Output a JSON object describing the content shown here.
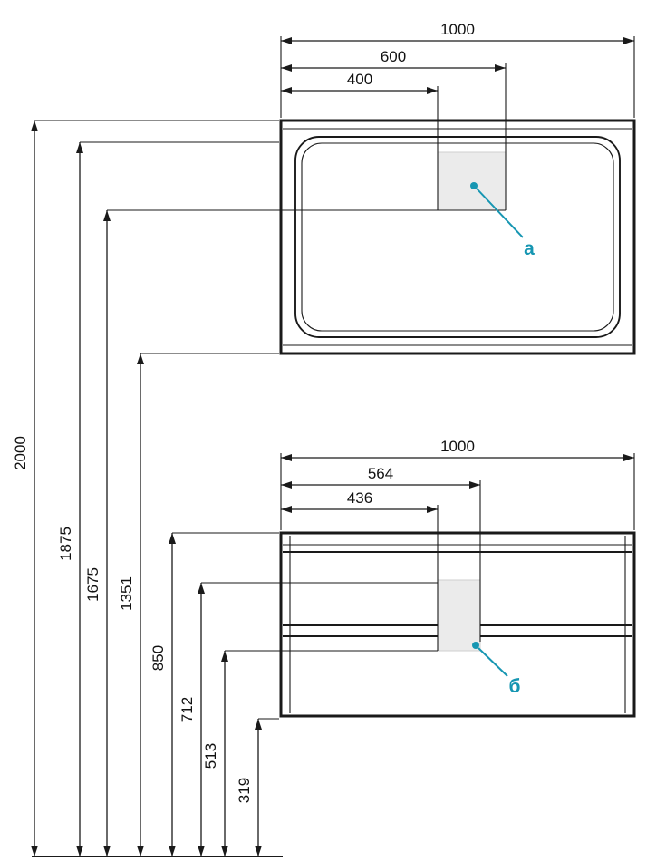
{
  "meta": {
    "background": "#ffffff",
    "line_color": "#1a1a1a",
    "accent_color": "#1696b2",
    "shade_color": "#ebebeb"
  },
  "mirror": {
    "width_label": "1000",
    "mid_label": "600",
    "inner_label": "400",
    "callout": "а"
  },
  "cabinet": {
    "width_label": "1000",
    "mid_label": "564",
    "inner_label": "436",
    "callout": "б"
  },
  "heights": [
    "2000",
    "1875",
    "1675",
    "1351",
    "850",
    "712",
    "513",
    "319"
  ]
}
